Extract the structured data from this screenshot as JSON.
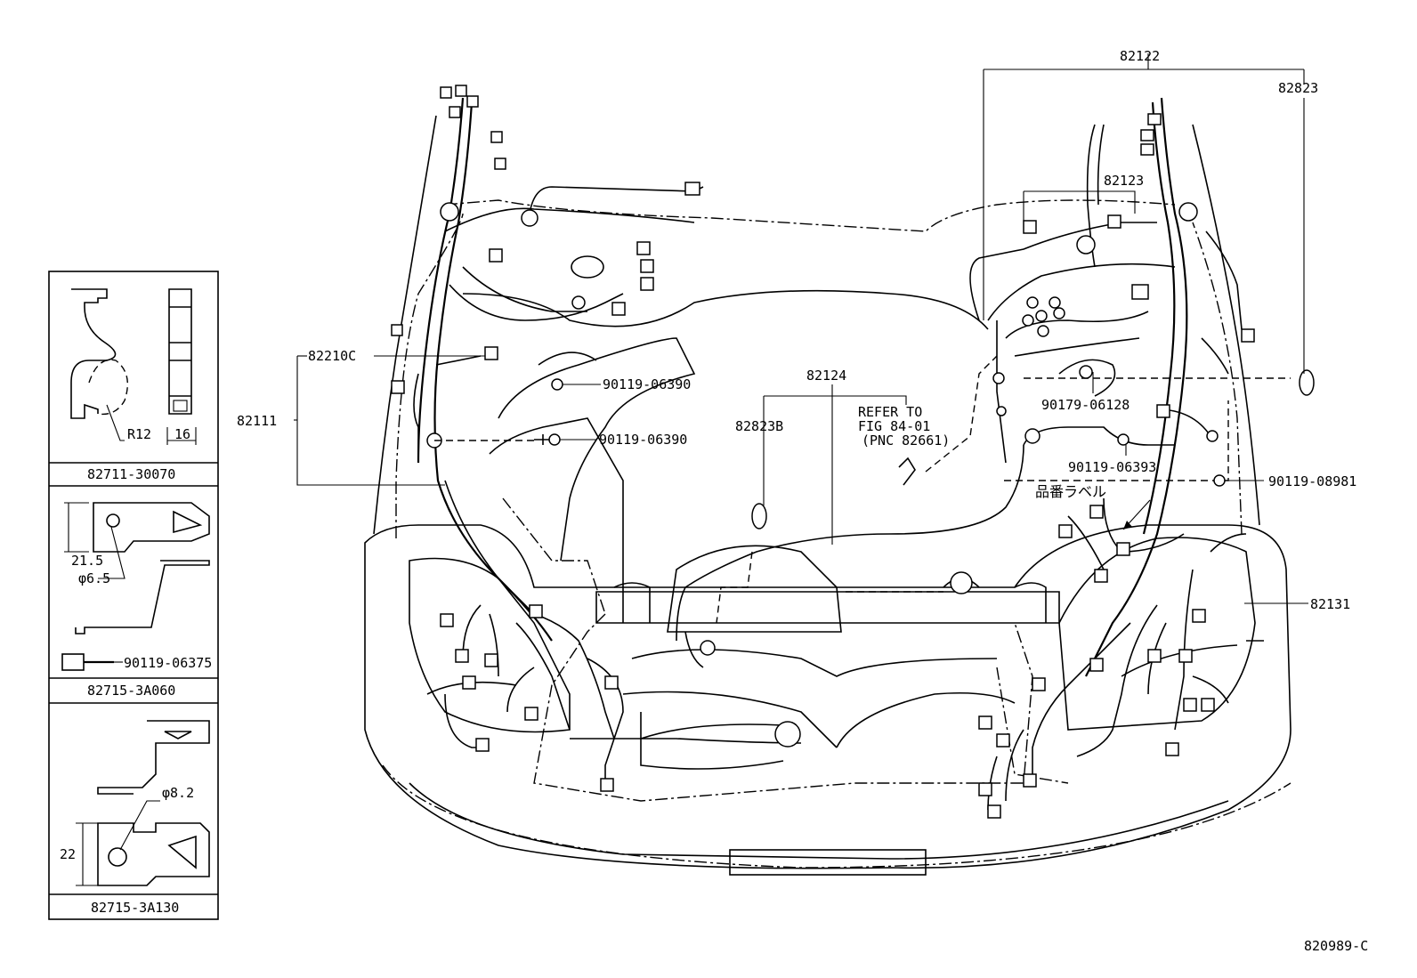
{
  "labels": {
    "p82122": "82122",
    "p82823": "82823",
    "p82123": "82123",
    "p82210c": "82210C",
    "p82111": "82111",
    "p82124": "82124",
    "p82823b": "82823B",
    "refer_line1": "REFER TO",
    "refer_line2": "FIG 84-01",
    "refer_line3": "(PNC 82661)",
    "b9011906390a": "90119-06390",
    "b9011906390b": "90119-06390",
    "b9017906128": "90179-06128",
    "b9011906393": "90119-06393",
    "b9011908981": "90119-08981",
    "jp_label": "品番ラベル",
    "p82131": "82131",
    "figure_id": "820989-C"
  },
  "insets": {
    "clip1": {
      "part": "82711-30070",
      "dim_radius": "R12",
      "dim_width": "16"
    },
    "clip2": {
      "part": "82715-3A060",
      "dim_length": "21.5",
      "dim_hole": "φ6.5",
      "bolt": "90119-06375"
    },
    "clip3": {
      "part": "82715-3A130",
      "dim_hole": "φ8.2",
      "dim_height": "22"
    }
  }
}
